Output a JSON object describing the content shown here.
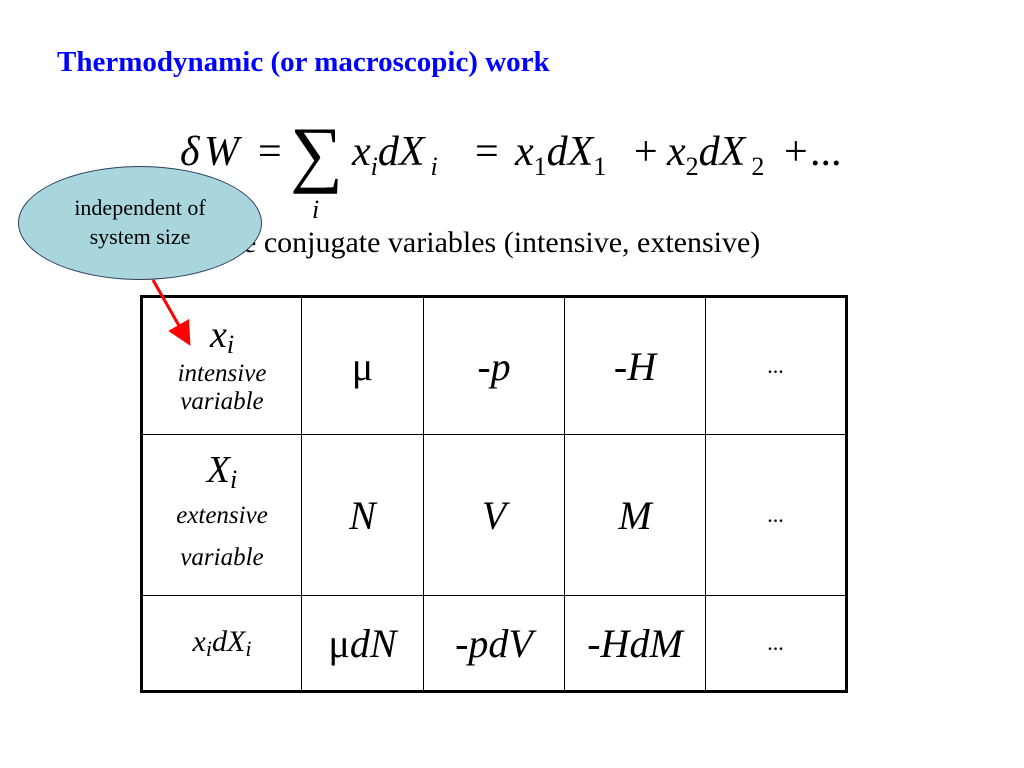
{
  "title": "Thermodynamic (or macroscopic) work",
  "equation": {
    "delta": "δ",
    "W": "W",
    "eq1": "=",
    "sigma": "∑",
    "sigma_index": "i",
    "x": "x",
    "sub_i": "i",
    "dX": "dX",
    "eq2": "=",
    "sub_1": "1",
    "sub_2": "2",
    "plus1": "+",
    "plus2": "+",
    "ellipsis": "..."
  },
  "conjugate_text": "e conjugate variables (intensive, extensive)",
  "callout": {
    "line1": "independent of",
    "line2": "system size",
    "fill_color": "#a8d6dc",
    "arrow_color": "#ff0000"
  },
  "table": {
    "row1": {
      "symbol": "x",
      "subscript": "i",
      "desc_line1": "intensive",
      "desc_line2": "variable",
      "cells": [
        "μ",
        "-p",
        "-H",
        "..."
      ]
    },
    "row2": {
      "symbol": "X",
      "subscript": "i",
      "desc_line1": "extensive",
      "desc_line2": "variable",
      "cells": [
        "N",
        "V",
        "M",
        "..."
      ]
    },
    "row3": {
      "label_x": "x",
      "label_sub1": "i",
      "label_dX": "dX",
      "label_sub2": "i",
      "mu": "μ",
      "cell1_rest": "dN",
      "cells": [
        "-pdV",
        "-HdM",
        "..."
      ]
    }
  },
  "colors": {
    "title": "#0000ff",
    "text": "#000000"
  }
}
